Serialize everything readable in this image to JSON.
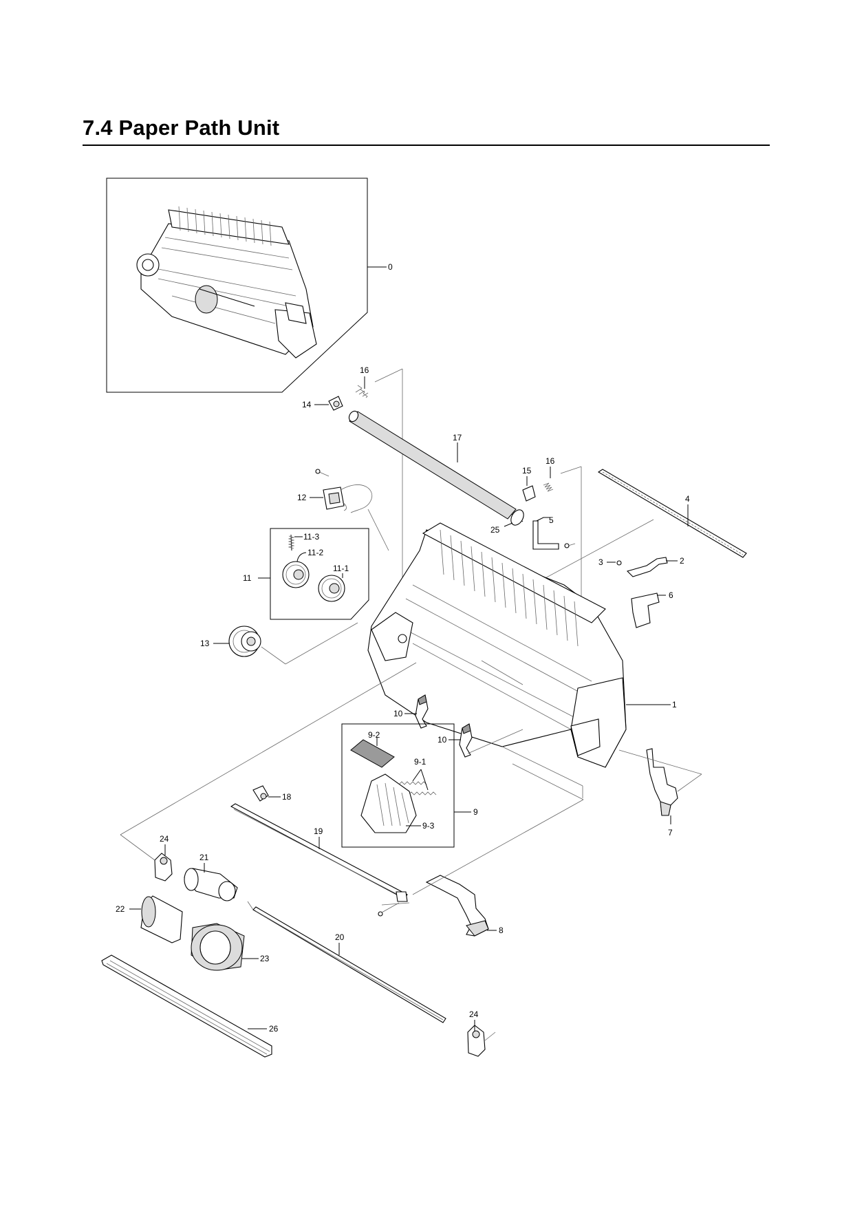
{
  "page": {
    "title": "7.4  Paper Path Unit"
  },
  "diagram": {
    "callouts": {
      "c0": "0",
      "c1": "1",
      "c2": "2",
      "c3": "3",
      "c4": "4",
      "c5": "5",
      "c6": "6",
      "c7": "7",
      "c8": "8",
      "c9": "9",
      "c9_1": "9-1",
      "c9_2": "9-2",
      "c9_3": "9-3",
      "c10a": "10",
      "c10b": "10",
      "c11": "11",
      "c11_1": "11-1",
      "c11_2": "11-2",
      "c11_3": "11-3",
      "c12": "12",
      "c13": "13",
      "c14": "14",
      "c15": "15",
      "c16a": "16",
      "c16b": "16",
      "c17": "17",
      "c18": "18",
      "c19": "19",
      "c20": "20",
      "c21": "21",
      "c22": "22",
      "c23": "23",
      "c24a": "24",
      "c24b": "24",
      "c25": "25",
      "c26": "26"
    }
  }
}
